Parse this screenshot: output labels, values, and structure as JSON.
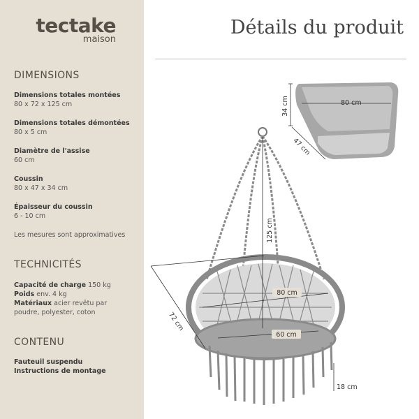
{
  "brand": {
    "name": "tectake",
    "sub": "maison"
  },
  "header": {
    "title": "Détails du produit"
  },
  "sections": {
    "dimensions": {
      "title": "DIMENSIONS",
      "items": [
        {
          "label": "Dimensions totales montées",
          "value": "80 x 72 x 125 cm"
        },
        {
          "label": "Dimensions totales démontées",
          "value": "80 x 5 cm"
        },
        {
          "label": "Diamètre de l'assise",
          "value": "60 cm"
        },
        {
          "label": "Coussin",
          "value": "80 x 47 x 34 cm"
        },
        {
          "label": "Épaisseur du coussin",
          "value": "6 - 10 cm"
        }
      ],
      "note": "Les mesures sont approximatives"
    },
    "technicites": {
      "title": "TECHNICITÉS",
      "capacity_label": "Capacité de charge",
      "capacity_value": "150 kg",
      "weight_label": "Poids",
      "weight_value": "env. 4 kg",
      "material_label": "Matériaux",
      "material_value_1": "acier revêtu par",
      "material_value_2": "poudre, polyester, coton"
    },
    "contenu": {
      "title": "CONTENU",
      "items": [
        "Fauteuil suspendu",
        "Instructions de montage"
      ]
    }
  },
  "dimension_labels": {
    "cushion_width": "80 cm",
    "cushion_height": "34 cm",
    "cushion_depth": "47 cm",
    "chair_height": "125 cm",
    "chair_width": "80 cm",
    "chair_depth": "72 cm",
    "seat_diameter": "60 cm",
    "fringe_length": "18 cm"
  },
  "colors": {
    "sidebar": "#e6e0d4",
    "product": "#8a8a8a"
  }
}
